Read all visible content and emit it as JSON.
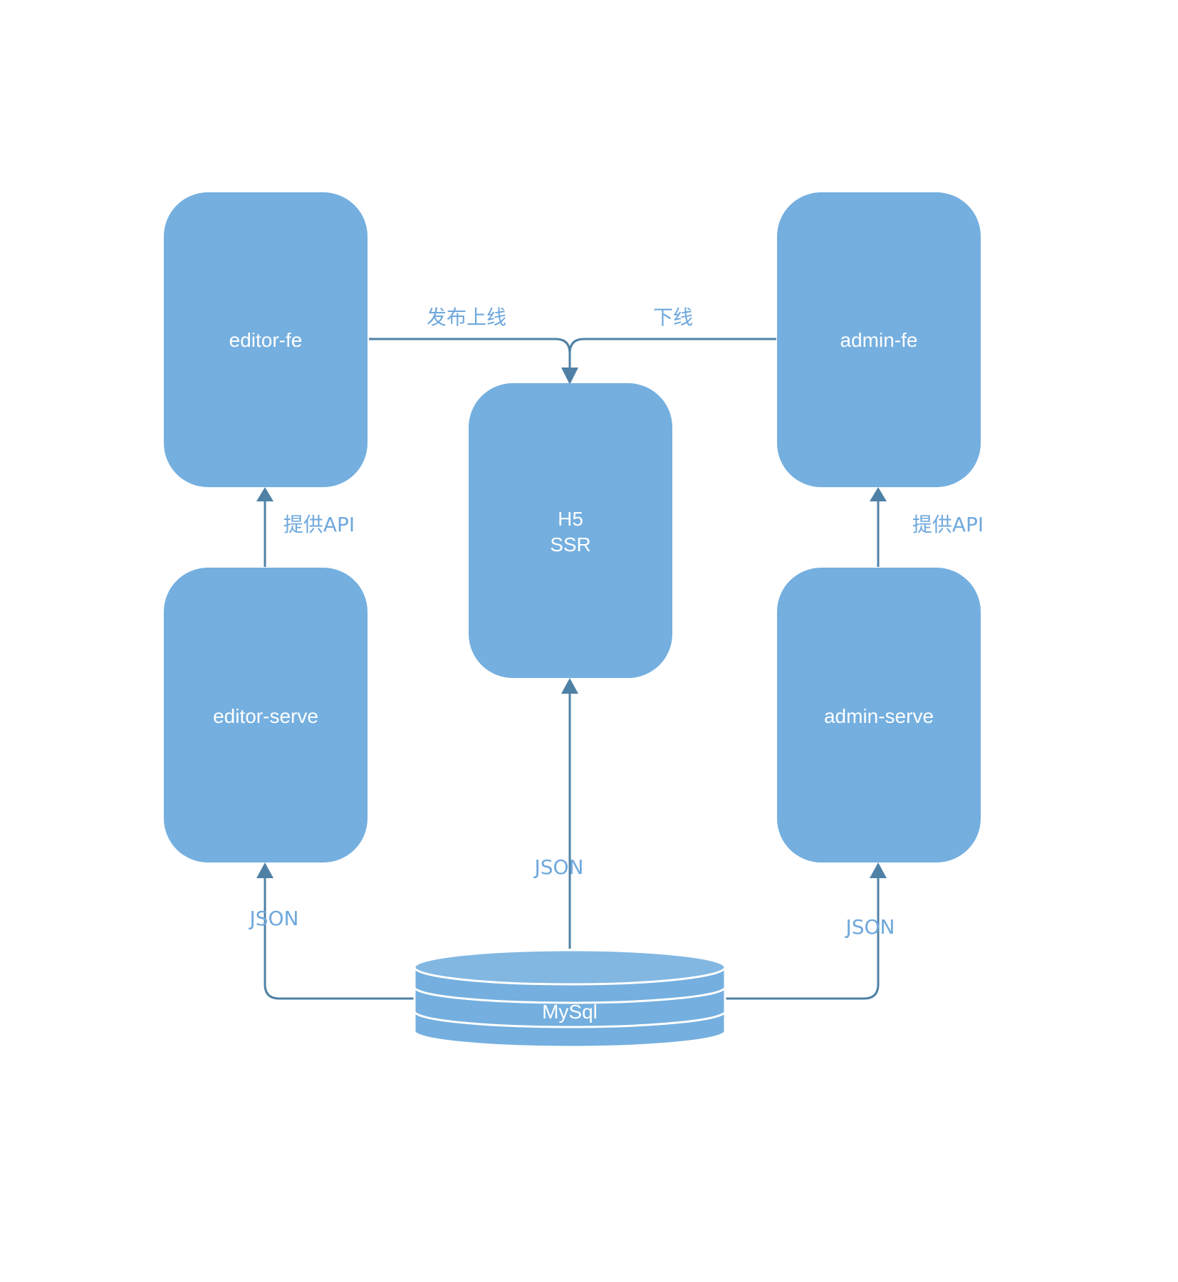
{
  "nodes": {
    "editor_fe": "editor-fe",
    "admin_fe": "admin-fe",
    "h5_line1": "H5",
    "h5_line2": "SSR",
    "editor_serve": "editor-serve",
    "admin_serve": "admin-serve",
    "mysql": "MySql"
  },
  "edges": {
    "publish": "发布上线",
    "offline": "下线",
    "editor_api": "提供API",
    "admin_api": "提供API",
    "editor_json": "JSON",
    "h5_json": "JSON",
    "admin_json": "JSON"
  },
  "colors": {
    "box": "#74afdf",
    "edge": "#4f81a6",
    "edge_label": "#6fa8dc",
    "node_label": "#ffffff"
  }
}
